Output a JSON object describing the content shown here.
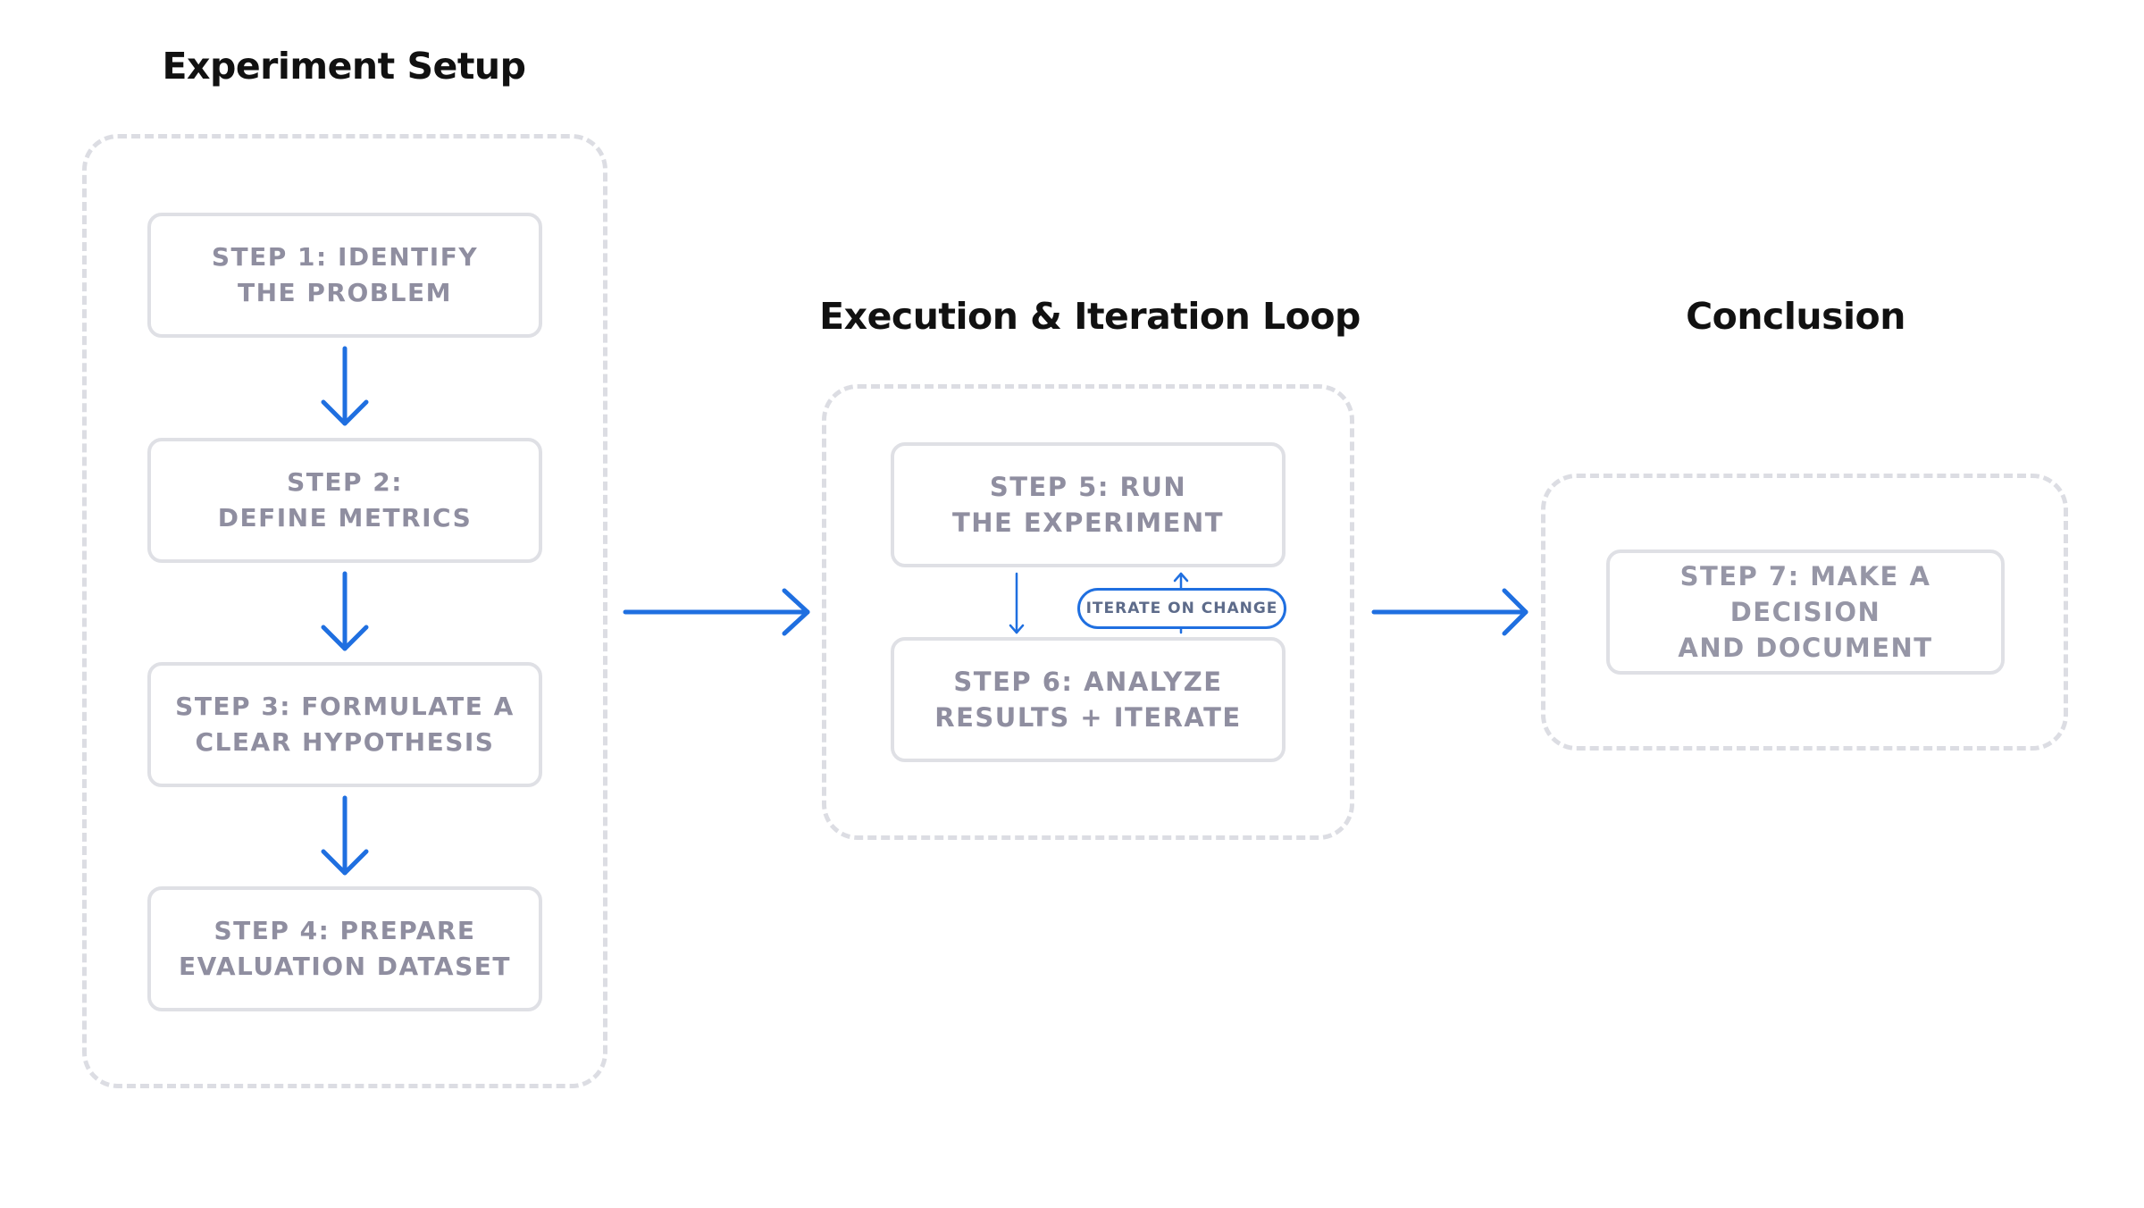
{
  "sections": {
    "setup_title": "Experiment Setup",
    "loop_title": "Execution & Iteration Loop",
    "conclusion_title": "Conclusion"
  },
  "steps": {
    "step1": "STEP 1: IDENTIFY\nTHE PROBLEM",
    "step2": "STEP 2:\nDEFINE METRICS",
    "step3": "STEP 3: FORMULATE A\nCLEAR HYPOTHESIS",
    "step4": "STEP 4: PREPARE\nEVALUATION DATASET",
    "step5": "STEP 5: RUN\nTHE EXPERIMENT",
    "step6": "STEP 6: ANALYZE\nRESULTS + ITERATE",
    "step7": "STEP 7: MAKE A DECISION\nAND DOCUMENT"
  },
  "loop_label": "ITERATE ON CHANGE",
  "colors": {
    "arrow": "#1f6fe0",
    "box_border": "#dfe0e5",
    "group_border": "#dcdde3",
    "step_text": "#8f8ea0",
    "title_text": "#111111"
  }
}
